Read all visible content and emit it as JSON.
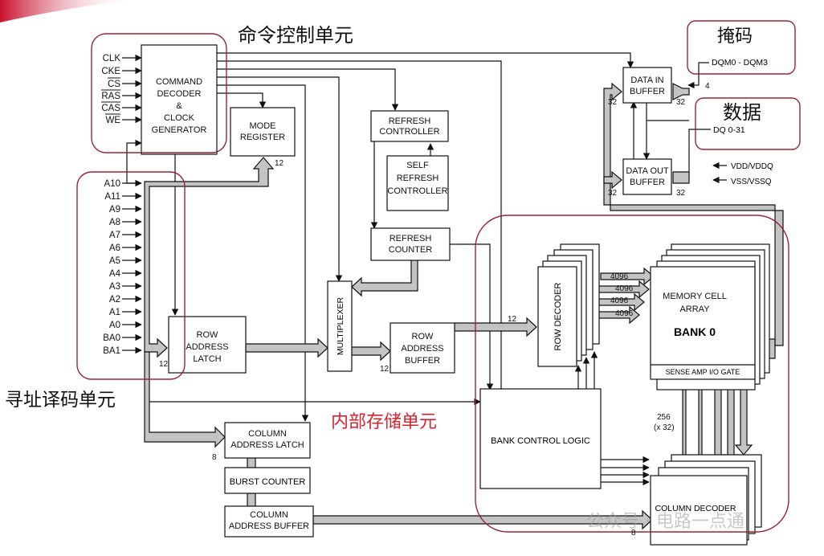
{
  "annotations": {
    "command_unit": "命令控制单元",
    "mask": "掩码",
    "data": "数据",
    "address_unit": "寻址译码单元",
    "internal_storage": "内部存储单元"
  },
  "signals": {
    "clk": "CLK",
    "cke": "CKE",
    "cs": "CS",
    "ras": "RAS",
    "cas": "CAS",
    "we": "WE",
    "address": [
      "A10",
      "A11",
      "A9",
      "A8",
      "A7",
      "A6",
      "A5",
      "A4",
      "A3",
      "A2",
      "A1",
      "A0",
      "BA0",
      "BA1"
    ],
    "dqm": "DQM0 - DQM3",
    "dq": "DQ 0-31",
    "vdd": "VDD/VDDQ",
    "vss": "VSS/VSSQ"
  },
  "blocks": {
    "command_decoder": [
      "COMMAND",
      "DECODER",
      "&",
      "CLOCK",
      "GENERATOR"
    ],
    "mode_register": [
      "MODE",
      "REGISTER"
    ],
    "refresh_controller": [
      "REFRESH",
      "CONTROLLER"
    ],
    "self_refresh_controller": [
      "SELF",
      "REFRESH",
      "CONTROLLER"
    ],
    "refresh_counter": [
      "REFRESH",
      "COUNTER"
    ],
    "multiplexer": "MULTIPLEXER",
    "row_address_latch": [
      "ROW",
      "ADDRESS",
      "LATCH"
    ],
    "row_address_buffer": [
      "ROW",
      "ADDRESS",
      "BUFFER"
    ],
    "row_decoder": "ROW DECODER",
    "memory_cell_array": [
      "MEMORY CELL",
      "ARRAY"
    ],
    "bank": "BANK 0",
    "sense_amp": "SENSE AMP I/O GATE",
    "bank_control_logic": "BANK CONTROL LOGIC",
    "column_address_latch": [
      "COLUMN",
      "ADDRESS LATCH"
    ],
    "burst_counter": "BURST COUNTER",
    "column_address_buffer": [
      "COLUMN",
      "ADDRESS BUFFER"
    ],
    "column_decoder": "COLUMN DECODER",
    "data_in_buffer": [
      "DATA IN",
      "BUFFER"
    ],
    "data_out_buffer": [
      "DATA OUT",
      "BUFFER"
    ]
  },
  "bus_labels": {
    "mode_bits": "12",
    "row_latch_bits": "12",
    "row_buffer_bits": "12",
    "row_decoder_bits": "12",
    "col_latch_bits": "8",
    "col_buffer_bits": "8",
    "row_lines": [
      "4096",
      "4096",
      "4096",
      "4096"
    ],
    "io_width": [
      "256",
      "(x 32)"
    ],
    "dqm_bits": "4",
    "data_in_left": "32",
    "data_in_right": "32",
    "data_out_left": "32",
    "data_out_right": "32"
  },
  "watermark": "公众号 · 电路一点通"
}
